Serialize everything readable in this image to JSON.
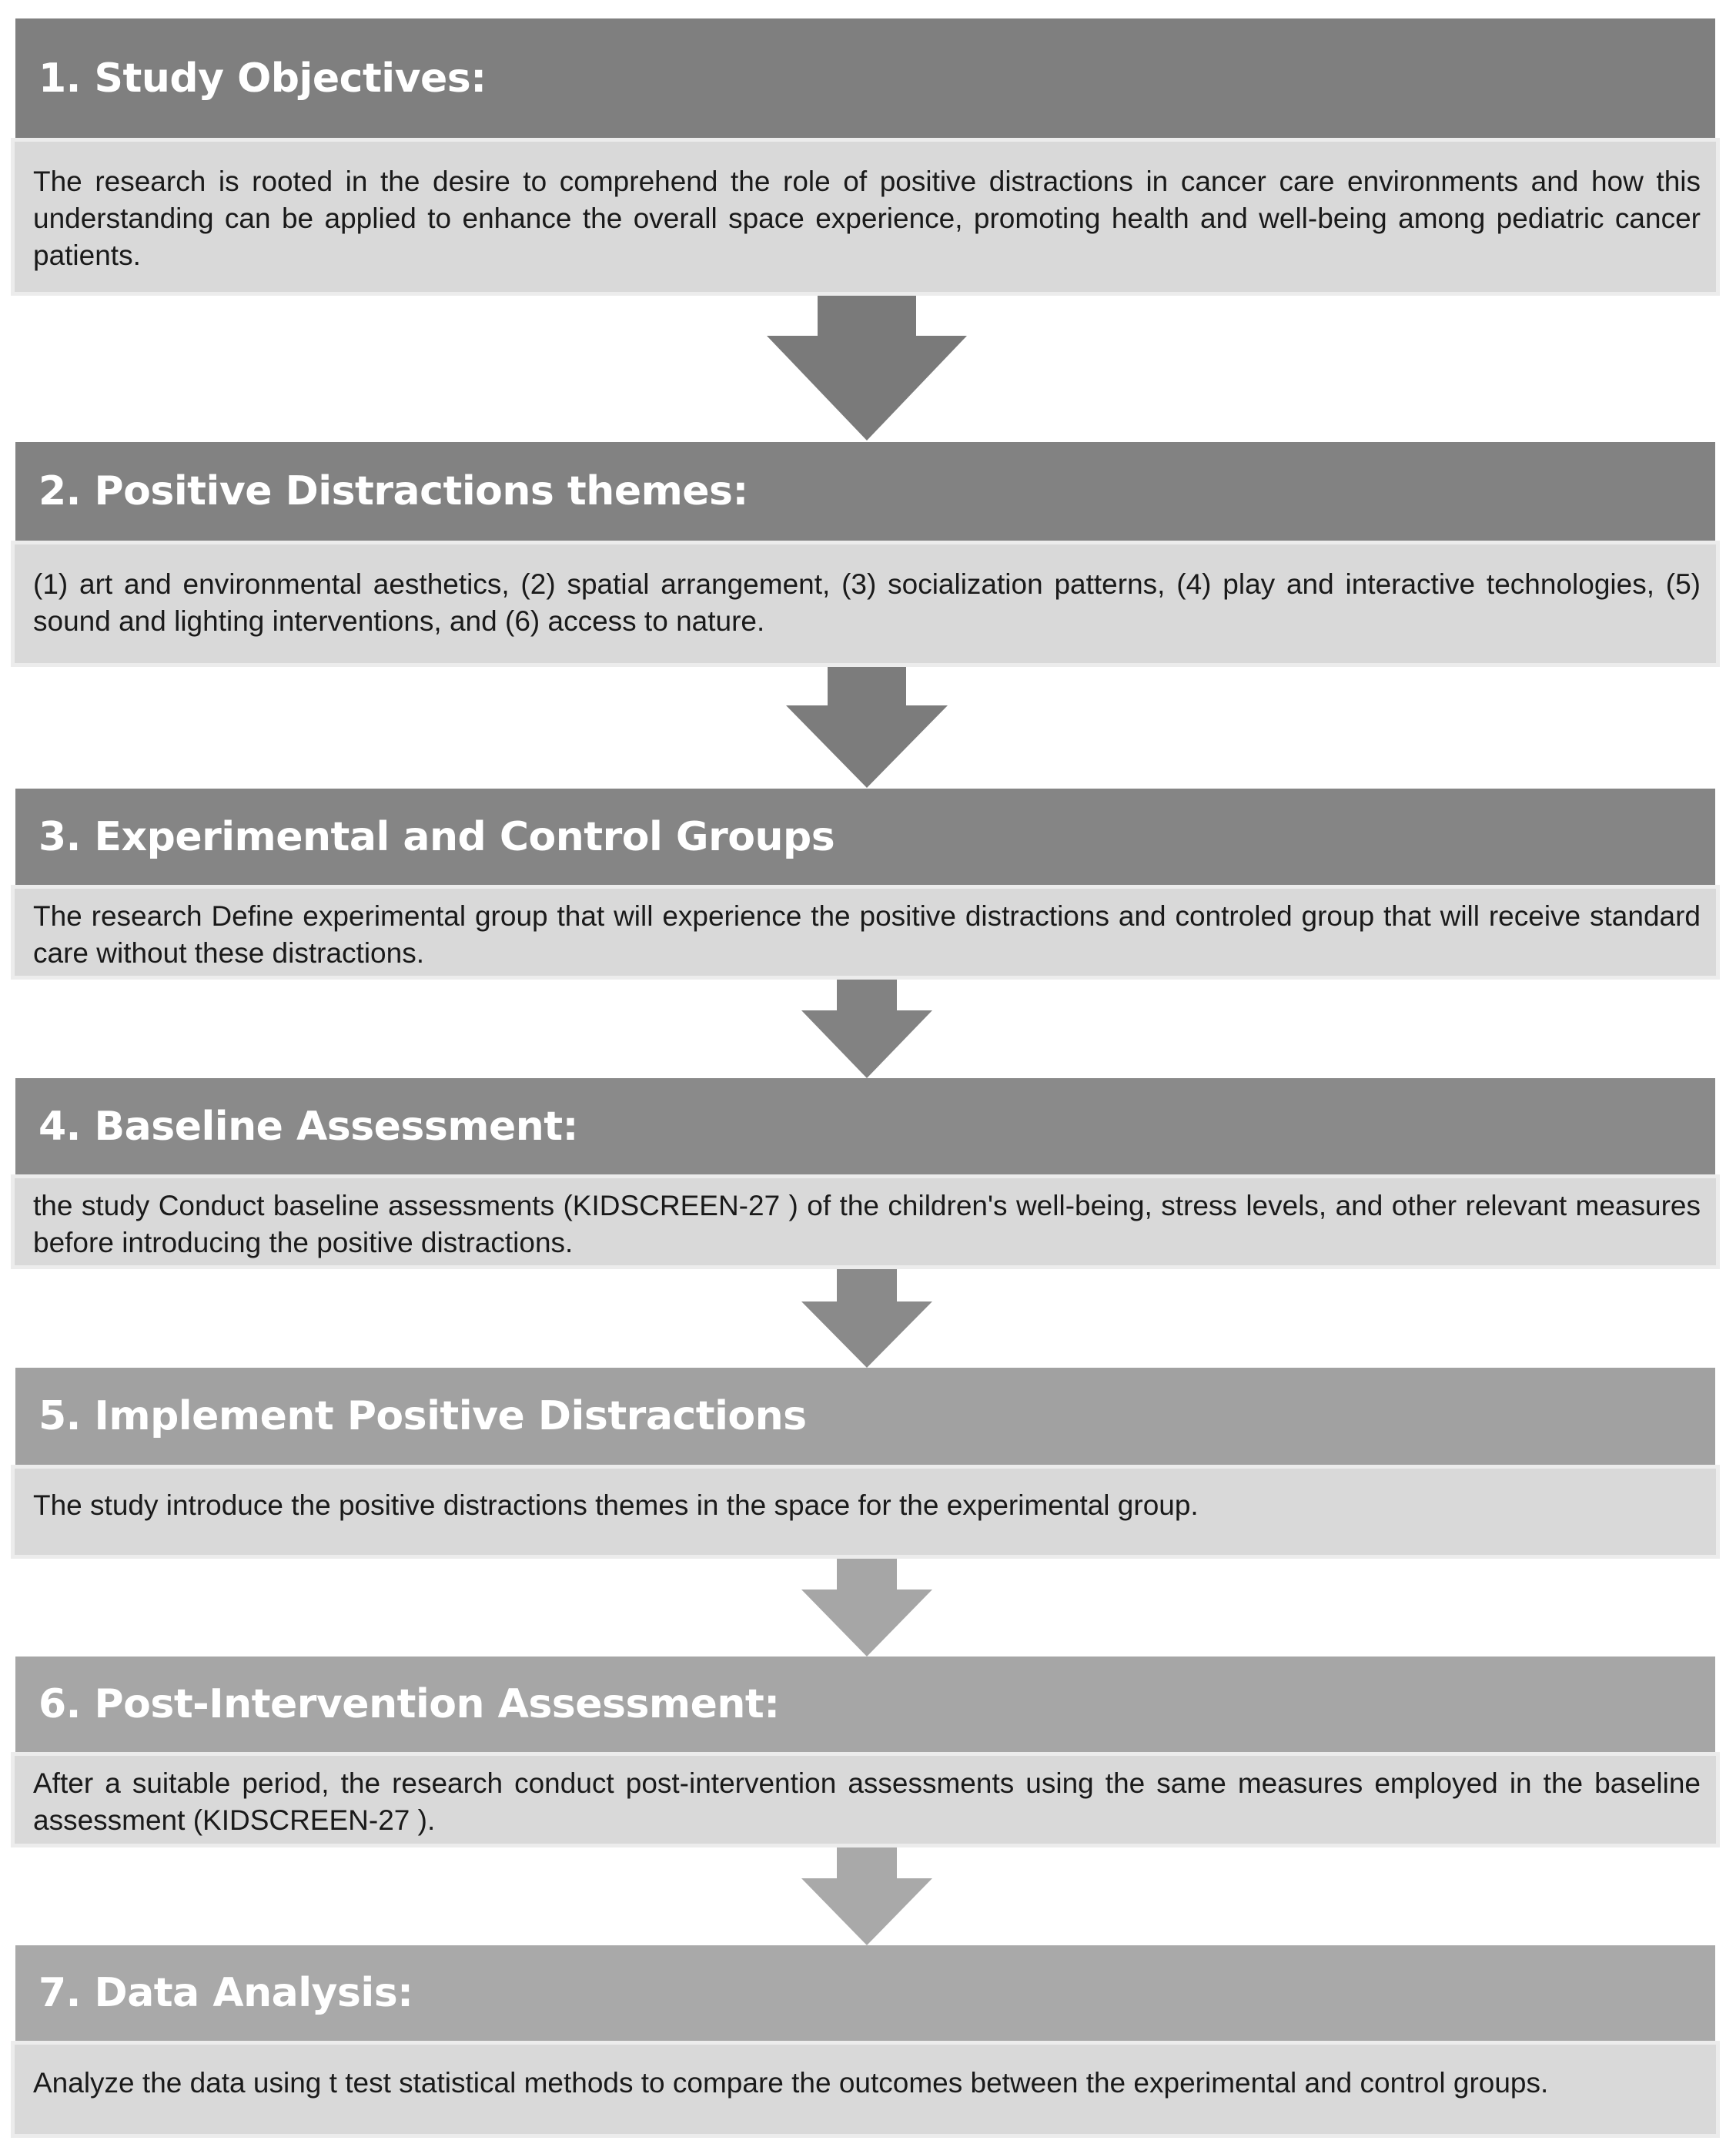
{
  "steps": [
    {
      "title": "1. Study Objectives:",
      "text": "The research is rooted in the desire to comprehend the role of positive distractions in cancer care environments and how this understanding can be applied to enhance the overall space experience, promoting health and well-being among pediatric cancer patients."
    },
    {
      "title": "2. Positive Distractions themes:",
      "text": "(1) art and environmental aesthetics, (2) spatial arrangement, (3) socialization patterns, (4) play and interactive technologies, (5) sound and lighting interventions, and (6) access to nature."
    },
    {
      "title": "3. Experimental and Control Groups",
      "text": "The research Define experimental group that will experience the positive distractions and controled group that will receive standard care without these distractions."
    },
    {
      "title": "4. Baseline Assessment:",
      "text": "the study Conduct baseline assessments (KIDSCREEN-27 ) of the children's well-being, stress levels, and other relevant measures before introducing the positive distractions."
    },
    {
      "title": "5. Implement Positive Distractions",
      "text": "The study introduce the positive distractions themes in the space for the experimental group."
    },
    {
      "title": "6. Post-Intervention Assessment:",
      "text": "After a suitable period, the research conduct post-intervention assessments using the same measures employed in the baseline assessment (KIDSCREEN-27 )."
    },
    {
      "title": "7. Data Analysis:",
      "text": "Analyze the data using t test statistical methods to compare the outcomes between the experimental and control groups."
    }
  ],
  "colors": {
    "header_1": "#7f7f7f",
    "header_2": "#828282",
    "header_3": "#858585",
    "header_4": "#8a8a8a",
    "header_5": "#a1a1a1",
    "header_6": "#a6a6a6",
    "header_7": "#a9a9a9",
    "body_fill": "#d9d9d9",
    "body_border": "#ececec",
    "arrow_1": "#7a7a7a",
    "arrow_2": "#7c7c7c",
    "arrow_3": "#828282",
    "arrow_4": "#8a8a8a",
    "arrow_5": "#a6a6a6",
    "arrow_6": "#a9a9a9"
  }
}
